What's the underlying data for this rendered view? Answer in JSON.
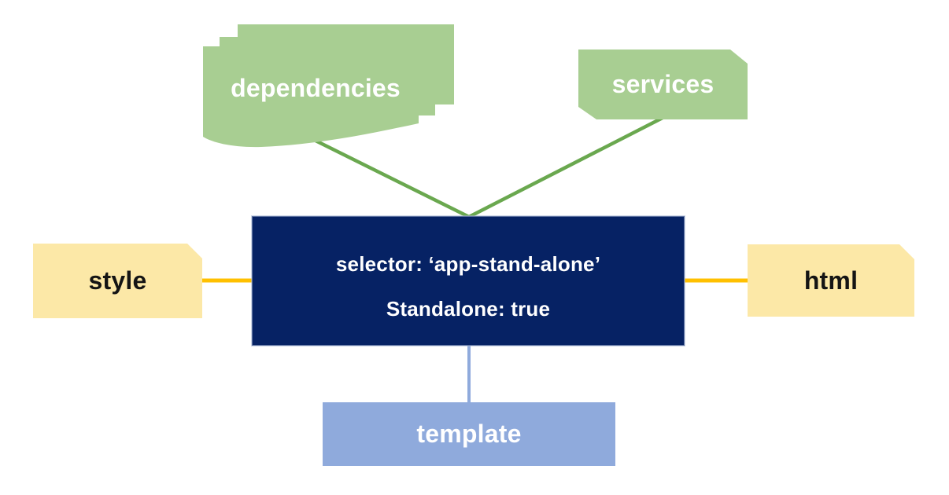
{
  "diagram": {
    "center_node": {
      "id": "component",
      "label_line1": "selector: ‘app-stand-alone’",
      "label_line2": "Standalone: true",
      "fill": "#062264",
      "text_color": "#ffffff"
    },
    "nodes": [
      {
        "id": "dependencies",
        "label": "dependencies",
        "shape": "torn-paper-stack",
        "fill": "#a8ce92",
        "text_color": "#ffffff",
        "position": "top-left"
      },
      {
        "id": "services",
        "label": "services",
        "shape": "snipped-corner-rect",
        "fill": "#a8ce92",
        "text_color": "#ffffff",
        "position": "top-right"
      },
      {
        "id": "style",
        "label": "style",
        "shape": "folded-corner-tag",
        "fill": "#fce8a7",
        "text_color": "#141414",
        "position": "left"
      },
      {
        "id": "html",
        "label": "html",
        "shape": "folded-corner-tag",
        "fill": "#fce8a7",
        "text_color": "#141414",
        "position": "right"
      },
      {
        "id": "template",
        "label": "template",
        "shape": "rect",
        "fill": "#8faadc",
        "text_color": "#ffffff",
        "position": "bottom"
      }
    ],
    "edges": [
      {
        "from": "dependencies",
        "to": "component",
        "color": "#6aa84f"
      },
      {
        "from": "services",
        "to": "component",
        "color": "#6aa84f"
      },
      {
        "from": "style",
        "to": "component",
        "color": "#ffc000"
      },
      {
        "from": "component",
        "to": "html",
        "color": "#ffc000"
      },
      {
        "from": "component",
        "to": "template",
        "color": "#8faadc"
      }
    ],
    "colors": {
      "background": "#ffffff",
      "green_fill": "#a8ce92",
      "green_line": "#6aa84f",
      "yellow_fill": "#fce8a7",
      "yellow_line": "#ffc000",
      "navy_fill": "#062264",
      "blue_fill": "#8faadc"
    }
  }
}
